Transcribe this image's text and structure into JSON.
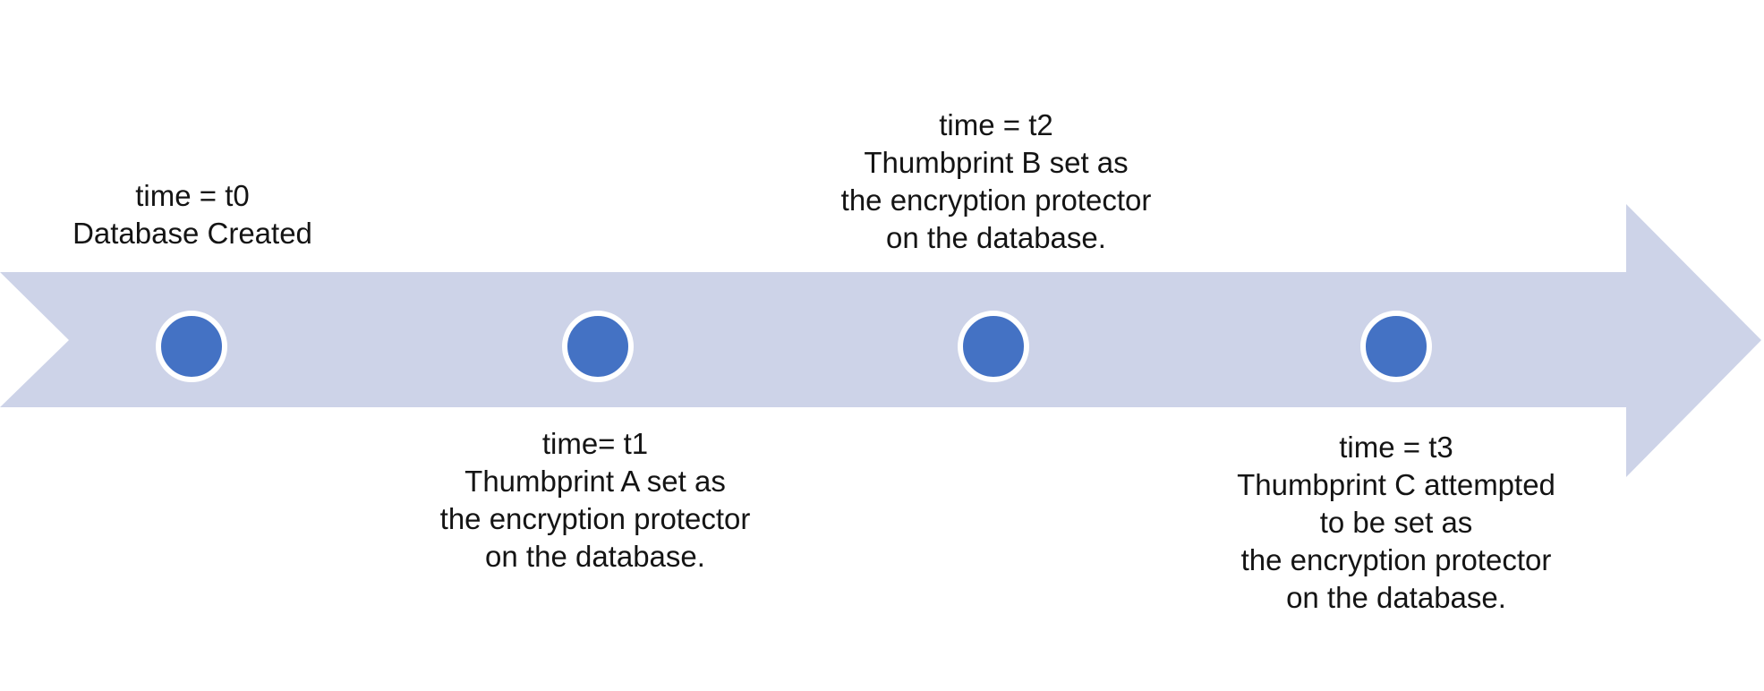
{
  "diagram": {
    "type": "timeline-arrow",
    "direction": "left-to-right",
    "colors": {
      "arrow_fill": "#CDD3E8",
      "marker_fill": "#4472C4",
      "marker_ring": "#FFFFFF",
      "label_text": "#141414",
      "background": "#FFFFFF"
    },
    "milestones": [
      {
        "id": "t0",
        "label_position": "above",
        "lines": [
          "time = t0",
          "Database Created"
        ]
      },
      {
        "id": "t1",
        "label_position": "below",
        "lines": [
          "time= t1",
          "Thumbprint A set as",
          "the encryption protector",
          "on the database."
        ]
      },
      {
        "id": "t2",
        "label_position": "above",
        "lines": [
          "time = t2",
          "Thumbprint B set as",
          "the encryption protector",
          "on the database."
        ]
      },
      {
        "id": "t3",
        "label_position": "below",
        "lines": [
          "time = t3",
          "Thumbprint C attempted",
          "to be set as",
          "the encryption protector",
          "on the database."
        ]
      }
    ]
  }
}
